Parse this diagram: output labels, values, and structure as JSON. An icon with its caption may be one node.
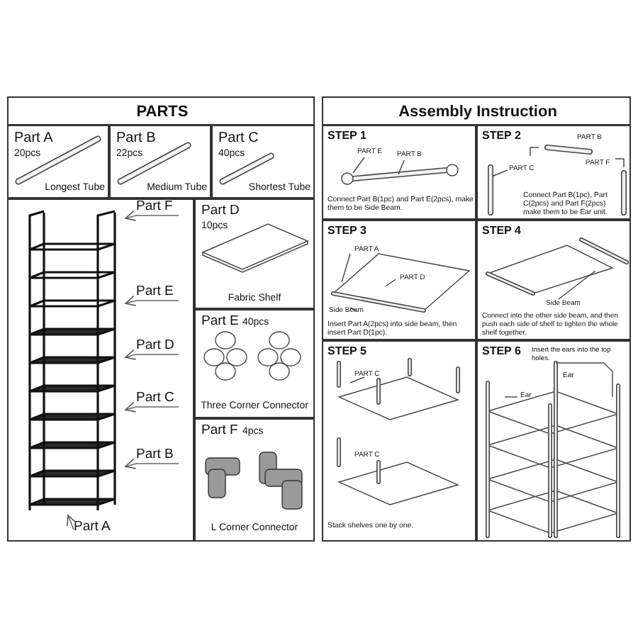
{
  "diagram": {
    "nodes": [
      {
        "text": [
          "PARTS"
        ]
      },
      {
        "text": [
          "Part A",
          "20pcs",
          "Longest Tube"
        ],
        "in": 0
      },
      {
        "text": [
          "Part B",
          "22pcs",
          "Medium Tube"
        ],
        "in": 0
      },
      {
        "text": [
          "Part C",
          "40pcs",
          "Shortest Tube"
        ],
        "in": 0
      },
      {
        "text": [],
        "shape": "box",
        "in": 0
      },
      {
        "text": [],
        "shape": "picture",
        "in": 4
      },
      {
        "text": [
          "Part F"
        ],
        "in": 4
      },
      {
        "text": [
          "Part E"
        ],
        "in": 4
      },
      {
        "text": [
          "Part D"
        ],
        "in": 4
      },
      {
        "text": [
          "Part C"
        ],
        "in": 4
      },
      {
        "text": [
          "Part B"
        ],
        "in": 4
      },
      {
        "text": [
          "Part A"
        ],
        "in": 4
      },
      {
        "text": [
          "Part D",
          "10pcs",
          "Fabric Shelf"
        ],
        "in": 0
      },
      {
        "text": [
          "Part E",
          "40pcs",
          "Three Corner Connector"
        ],
        "in": 0
      },
      {
        "text": [
          "Part F",
          "4pcs",
          "L Corner Connector"
        ],
        "in": 0
      },
      {
        "text": [
          "Assembly Instruction"
        ]
      },
      {
        "text": [
          "STEP 1",
          "PART E",
          "PART B",
          "Connect Part B(1pc) and Part E(2pcs), make them to be Side Beam."
        ],
        "in": 15
      },
      {
        "text": [
          "STEP 2",
          "PART B",
          "PART F",
          "PART C",
          "Connect Part B(1pc), Part C(2pcs) and Part F(2pcs) make them to be Ear unit."
        ],
        "in": 15
      },
      {
        "text": [
          "STEP 3",
          "PART A",
          "PART D",
          "Side Beam",
          "Insert Part A(2pcs) into side beam, then insert Part D(1pc)."
        ],
        "in": 15
      },
      {
        "text": [
          "STEP 4",
          "Side Beam",
          "Connect into the other side beam, and then push each side of shelf to tighten the whole shelf together."
        ],
        "in": 15
      },
      {
        "text": [
          "STEP 5",
          "PART C",
          "PART C",
          "Stack shelves one by one."
        ],
        "in": 15
      },
      {
        "text": [
          "STEP 6",
          "Insert the ears into the top holes.",
          "Ear",
          "Ear"
        ],
        "in": 15
      }
    ],
    "edges": [
      {
        "from": 6,
        "to": 5,
        "arrow": "to"
      },
      {
        "from": 7,
        "to": 5,
        "arrow": "to"
      },
      {
        "from": 8,
        "to": 5,
        "arrow": "to"
      },
      {
        "from": 9,
        "to": 5,
        "arrow": "to"
      },
      {
        "from": 10,
        "to": 5,
        "arrow": "to"
      },
      {
        "from": 11,
        "to": 5,
        "arrow": "to"
      }
    ]
  }
}
